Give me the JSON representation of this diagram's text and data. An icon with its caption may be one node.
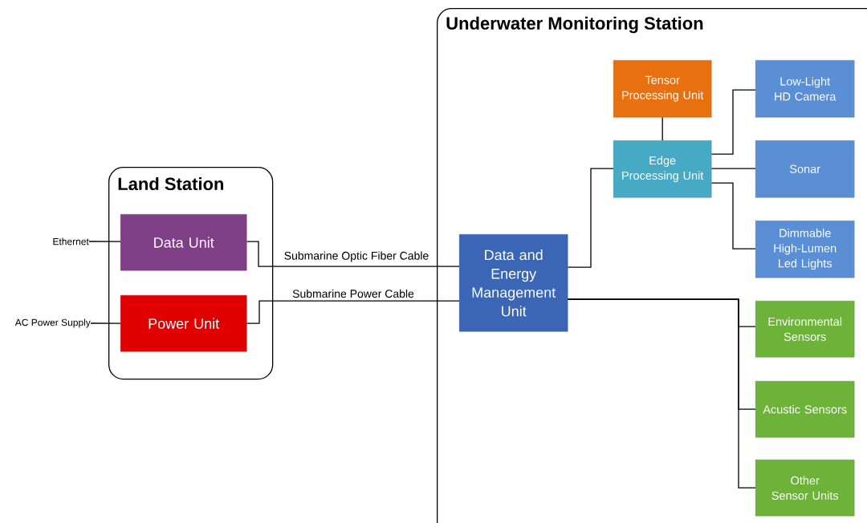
{
  "diagram": {
    "nodes": [
      {
        "text": [
          "Ethernet"
        ]
      },
      {
        "text": [
          "AC Power Supply"
        ]
      },
      {
        "text": [
          "Land Station"
        ]
      },
      {
        "text": [
          "Data Unit"
        ],
        "in": 2
      },
      {
        "text": [
          "Power Unit"
        ],
        "in": 2
      },
      {
        "text": [
          "Underwater Monitoring Station"
        ]
      },
      {
        "text": [
          "Data and Energy Management Unit"
        ],
        "in": 5
      },
      {
        "text": [
          "Tensor Processing Unit"
        ],
        "in": 5
      },
      {
        "text": [
          "Edge Processing Unit"
        ],
        "in": 5
      },
      {
        "text": [
          "Low-Light HD Camera"
        ],
        "in": 5
      },
      {
        "text": [
          "Sonar"
        ],
        "in": 5
      },
      {
        "text": [
          "Dimmable High-Lumen Led Lights"
        ],
        "in": 5
      },
      {
        "text": [
          "Environmental Sensors"
        ],
        "in": 5
      },
      {
        "text": [
          "Acustic Sensors"
        ],
        "in": 5
      },
      {
        "text": [
          "Other Sensor Units"
        ],
        "in": 5
      }
    ],
    "edges": [
      {
        "from": 0,
        "to": 3,
        "arrow": "none"
      },
      {
        "from": 1,
        "to": 4,
        "arrow": "none"
      },
      {
        "from": 3,
        "to": 6,
        "arrow": "none",
        "label": "Submarine Optic Fiber Cable"
      },
      {
        "from": 4,
        "to": 6,
        "arrow": "none",
        "label": "Submarine Power Cable"
      },
      {
        "from": 6,
        "to": 8,
        "arrow": "none"
      },
      {
        "from": 7,
        "to": 8,
        "arrow": "none"
      },
      {
        "from": 8,
        "to": 9,
        "arrow": "none"
      },
      {
        "from": 8,
        "to": 10,
        "arrow": "none"
      },
      {
        "from": 8,
        "to": 11,
        "arrow": "none"
      },
      {
        "from": 6,
        "to": 12,
        "arrow": "none"
      },
      {
        "from": 6,
        "to": 13,
        "arrow": "none"
      },
      {
        "from": 6,
        "to": 14,
        "arrow": "none"
      }
    ]
  }
}
